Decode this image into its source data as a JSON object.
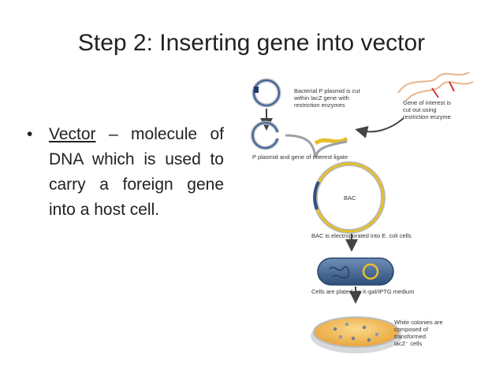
{
  "slide": {
    "title": "Step 2: Inserting gene into vector",
    "bullet": {
      "term": "Vector",
      "text": " – molecule of DNA which is used to carry a foreign gene into a host cell."
    }
  },
  "diagram": {
    "labels": {
      "plasmid_cut_1": "Bacterial P plasmid is cut",
      "plasmid_cut_2": "within lacZ gene with",
      "plasmid_cut_3": "restriction enzymes",
      "gene_cut_1": "Gene of interest is",
      "gene_cut_2": "cut out using",
      "gene_cut_3": "restriction enzyme",
      "ligate": "P plasmid and gene of interest ligate",
      "bac": "BAC",
      "electroporated": "BAC is electroporated into E. coli cells",
      "plated": "Cells are plated on X-gal/IPTG medium",
      "white_1": "White colonies are",
      "white_2": "composed of",
      "white_3": "transformed",
      "white_4": "lacZ⁻ cells"
    }
  }
}
